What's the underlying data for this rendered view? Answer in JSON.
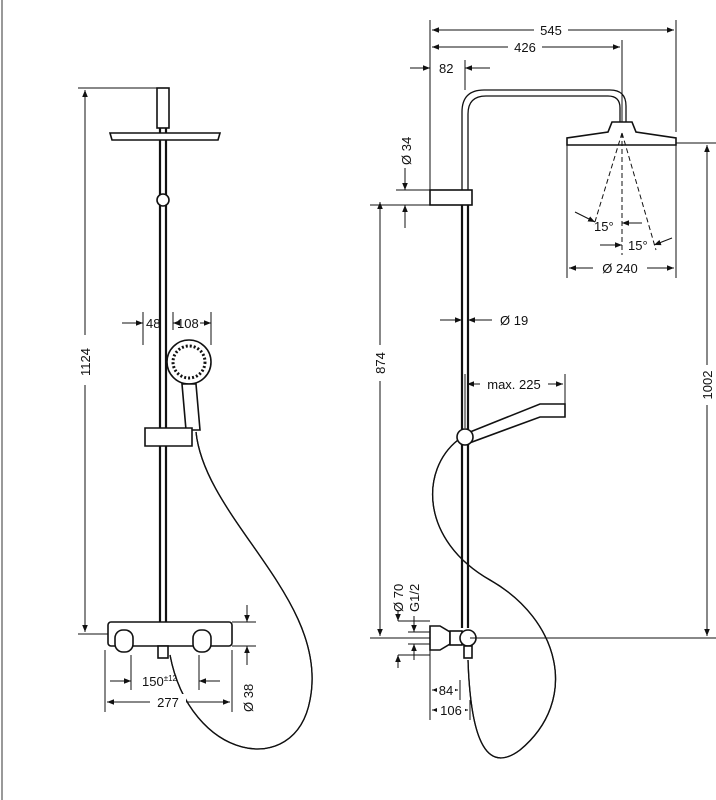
{
  "left_view": {
    "height_total": "1124",
    "offset_48": "48",
    "hand_shower_108": "108",
    "mixer_spacing": "150",
    "mixer_spacing_tol": "±12",
    "mixer_width": "277",
    "mixer_diameter": "Ø 38"
  },
  "right_view": {
    "width_545": "545",
    "width_426": "426",
    "offset_82": "82",
    "slider_diameter": "Ø 34",
    "height_874": "874",
    "rod_diameter": "Ø 19",
    "angle_left": "15°",
    "angle_right": "15°",
    "head_diameter": "Ø 240",
    "height_1002": "1002",
    "hand_max": "max. 225",
    "connector_diameter": "Ø 70",
    "thread": "G1/2",
    "depth_84": "84",
    "depth_106": "106"
  }
}
